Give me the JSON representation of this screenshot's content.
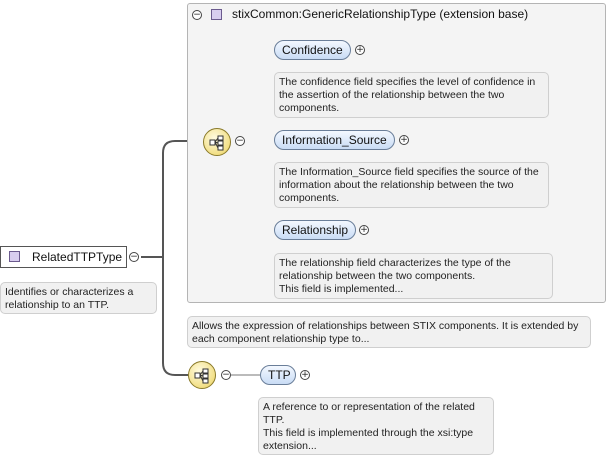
{
  "extension_base": {
    "title": "stixCommon:GenericRelationshipType (extension base)"
  },
  "root": {
    "label": "RelatedTTPType",
    "doc": "Identifies or characterizes a relationship to an TTP."
  },
  "children": [
    {
      "label": "Confidence",
      "doc": "The confidence field specifies the level of confidence in the assertion of the relationship between the two components."
    },
    {
      "label": "Information_Source",
      "doc": "The Information_Source field specifies the source of the information about the relationship between the two components."
    },
    {
      "label": "Relationship",
      "doc": "The relationship field characterizes the type of the relationship between the two components.\nThis field is implemented..."
    }
  ],
  "extension_doc": "Allows the expression of relationships between STIX components. It is extended by each component relationship type to...",
  "ttp": {
    "label": "TTP",
    "doc": "A reference to or representation of the related TTP.\nThis field is implemented through the xsi:type extension..."
  },
  "icons": {
    "toggle_minus": "minus-toggle-icon",
    "toggle_plus": "plus-toggle-icon",
    "type": "complex-type-icon",
    "sequence": "sequence-compositor-icon"
  }
}
